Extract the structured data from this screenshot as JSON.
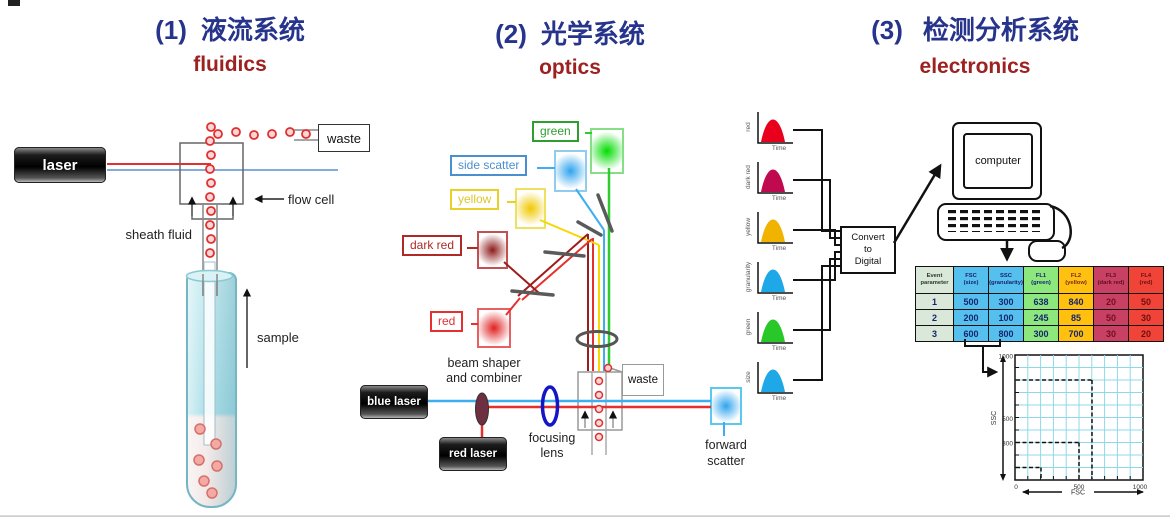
{
  "sections": [
    {
      "number": "(1)",
      "title_zh": "液流系统",
      "title_en": "fluidics"
    },
    {
      "number": "(2)",
      "title_zh": "光学系统",
      "title_en": "optics"
    },
    {
      "number": "(3)",
      "title_zh": "检测分析系统",
      "title_en": "electronics"
    }
  ],
  "colors": {
    "title_blue": "#27348B",
    "title_red": "#9E2121",
    "beam_blue": "#3FAEF0",
    "beam_red": "#E53030",
    "beam_green": "#2ECC2E",
    "beam_yellow": "#F5D800",
    "beam_dark_red": "#9E1B1B"
  },
  "fluidics": {
    "laser": "laser",
    "waste": "waste",
    "flow_cell": "flow cell",
    "sheath_fluid": "sheath fluid",
    "sample": "sample"
  },
  "optics": {
    "green": "green",
    "side_scatter": "side scatter",
    "yellow": "yellow",
    "dark_red": "dark red",
    "red": "red",
    "beam_shaper_line1": "beam shaper",
    "beam_shaper_line2": "and combiner",
    "blue_laser": "blue laser",
    "red_laser": "red laser",
    "focusing_line1": "focusing",
    "focusing_line2": "lens",
    "waste": "waste",
    "forward_line1": "forward",
    "forward_line2": "scatter"
  },
  "electronics": {
    "pulses": [
      {
        "label": "red",
        "color": "#E8001C"
      },
      {
        "label": "dark red",
        "color": "#C00A50"
      },
      {
        "label": "yellow",
        "color": "#F0B400"
      },
      {
        "label": "granularity",
        "color": "#1FA8E8"
      },
      {
        "label": "green",
        "color": "#28C828"
      },
      {
        "label": "size",
        "color": "#1FA8E8"
      }
    ],
    "time_label": "Time",
    "convert_line1": "Convert",
    "convert_line2": "to",
    "convert_line3": "Digital",
    "computer": "computer",
    "table": {
      "headers": [
        {
          "line1": "Event",
          "line2": "parameter",
          "bg": "#D9E8D9",
          "fg": "#2A3A2A",
          "cell_fg": "#16246E"
        },
        {
          "line1": "FSC",
          "line2": "(size)",
          "bg": "#55C0EE",
          "fg": "#16246E",
          "cell_fg": "#16246E"
        },
        {
          "line1": "SSC",
          "line2": "(granularity)",
          "bg": "#55C0EE",
          "fg": "#16246E",
          "cell_fg": "#16246E"
        },
        {
          "line1": "FL1",
          "line2": "(green)",
          "bg": "#8CE87C",
          "fg": "#16246E",
          "cell_fg": "#16246E"
        },
        {
          "line1": "FL2",
          "line2": "(yellow)",
          "bg": "#FFC010",
          "fg": "#7A2A1E",
          "cell_fg": "#16246E"
        },
        {
          "line1": "FL3",
          "line2": "(dark red)",
          "bg": "#C84064",
          "fg": "#5E0E1E",
          "cell_fg": "#70101E"
        },
        {
          "line1": "FL4",
          "line2": "(red)",
          "bg": "#F04438",
          "fg": "#6E0F0F",
          "cell_fg": "#700F0F"
        }
      ],
      "rows": [
        [
          "1",
          "500",
          "300",
          "638",
          "840",
          "20",
          "50"
        ],
        [
          "2",
          "200",
          "100",
          "245",
          "85",
          "50",
          "30"
        ],
        [
          "3",
          "600",
          "800",
          "300",
          "700",
          "30",
          "20"
        ]
      ]
    },
    "plot": {
      "ylabel": "SSC",
      "xlabel": "FSC",
      "y_ticks": [
        "1000",
        "500",
        "300"
      ],
      "x_ticks": [
        "0",
        "500",
        "1000"
      ]
    }
  },
  "chart_data": {
    "type": "scatter",
    "title": "",
    "xlabel": "FSC",
    "ylabel": "SSC",
    "xlim": [
      0,
      1000
    ],
    "ylim": [
      0,
      1000
    ],
    "grid": true,
    "points": [
      {
        "event": "1",
        "FSC": 500,
        "SSC": 300
      },
      {
        "event": "2",
        "FSC": 200,
        "SSC": 100
      },
      {
        "event": "3",
        "FSC": 600,
        "SSC": 800
      }
    ]
  }
}
